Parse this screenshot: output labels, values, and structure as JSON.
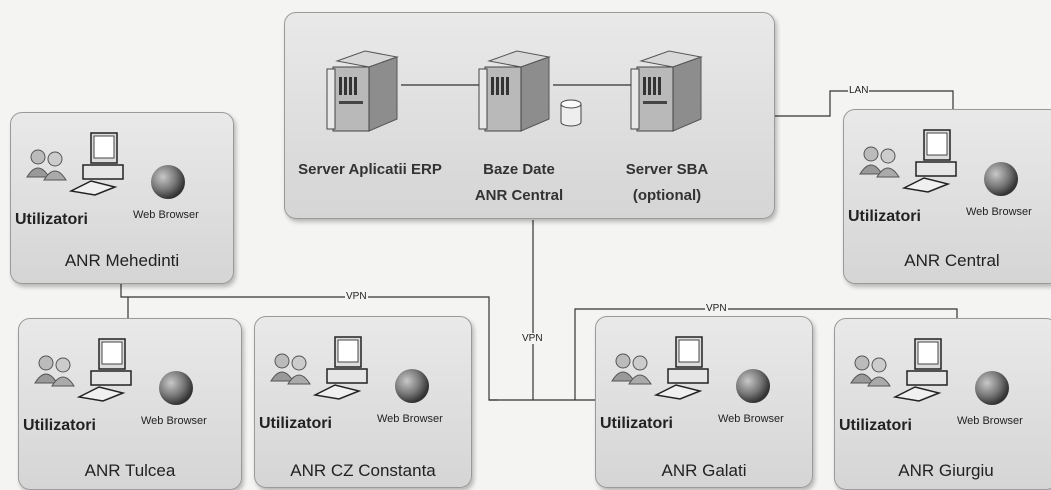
{
  "central_site": {
    "servers": [
      {
        "label": "Server Aplicatii ERP"
      },
      {
        "label": "Baze Date"
      },
      {
        "label": "Server SBA"
      }
    ],
    "sba_note": "(optional)",
    "site_label": "ANR Central"
  },
  "links": {
    "lan": "LAN",
    "vpn_main": "VPN",
    "vpn_left": "VPN",
    "vpn_right": "VPN"
  },
  "sites": [
    {
      "name": "ANR Mehedinti",
      "users": "Utilizatori",
      "browser": "Web Browser"
    },
    {
      "name": "ANR Central",
      "users": "Utilizatori",
      "browser": "Web Browser"
    },
    {
      "name": "ANR Tulcea",
      "users": "Utilizatori",
      "browser": "Web Browser"
    },
    {
      "name": "ANR CZ Constanta",
      "users": "Utilizatori",
      "browser": "Web Browser"
    },
    {
      "name": "ANR Galati",
      "users": "Utilizatori",
      "browser": "Web Browser"
    },
    {
      "name": "ANR Giurgiu",
      "users": "Utilizatori",
      "browser": "Web Browser"
    }
  ],
  "icons": [
    "server-icon",
    "database-icon",
    "users-icon",
    "workstation-icon",
    "globe-icon"
  ]
}
